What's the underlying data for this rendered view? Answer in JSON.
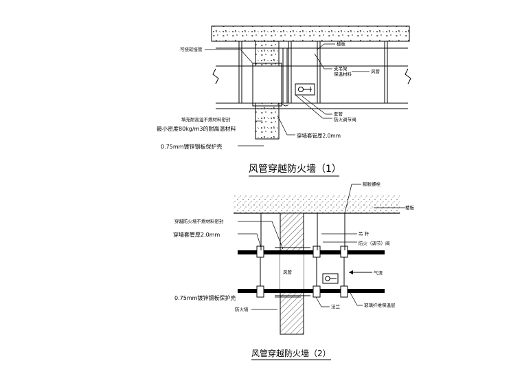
{
  "diagram1": {
    "title": "风管穿越防火墙（1）",
    "labels": {
      "flex_joint": "可挠软接管",
      "floor": "楼板",
      "hanger": "支吊架",
      "insulation": "保温材料",
      "air_duct": "风管",
      "casing": "套管",
      "fire_damper": "防火调节阀",
      "seal_top": "填充耐高温不燃材料密封",
      "seal_bottom": "最小密度80kg/m3的耐高温材料",
      "sleeve_thickness": "穿墙套管厚2.0mm",
      "steel_plate": "0.75mm镀锌钢板保护壳"
    }
  },
  "diagram2": {
    "title": "风管穿越防火墙（2）",
    "labels": {
      "anchor_bolt": "膨胀螺栓",
      "floor": "楼板",
      "seal": "穿越防火墙不燃材料密封",
      "sleeve_thickness": "穿墙套管厚2.0mm",
      "hanger": "吊 杆",
      "fire_damper": "防火（调节）阀",
      "air_duct": "风管",
      "airflow": "气流",
      "steel_plate": "0.75mm镀锌钢板保护壳",
      "fire_wall": "防火墙",
      "flange": "法兰",
      "insulation": "玻璃纤维保温层"
    }
  }
}
